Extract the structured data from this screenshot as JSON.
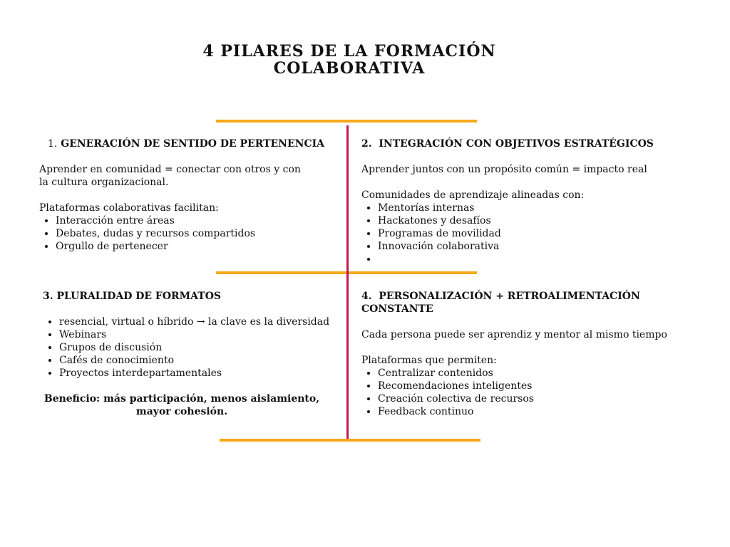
{
  "title": {
    "line1": "4 PILARES DE LA FORMACIÓN",
    "line2": "COLABORATIVA"
  },
  "colors": {
    "accent_line": "#f7a81b",
    "divider": "#c2185b"
  },
  "pillars": [
    {
      "number": "1.",
      "heading": "GENERACIÓN DE SENTIDO DE PERTENENCIA",
      "paragraph": "Aprender en comunidad = conectar con otros y con la cultura organizacional.",
      "list_intro": "Plataformas colaborativas facilitan:",
      "items": [
        "Interacción entre áreas",
        "Debates, dudas y recursos compartidos",
        "Orgullo de pertenecer"
      ]
    },
    {
      "number": "2.",
      "heading": "INTEGRACIÓN CON OBJETIVOS ESTRATÉGICOS",
      "paragraph": "Aprender juntos con un propósito común = impacto real",
      "list_intro": "Comunidades de aprendizaje alineadas con:",
      "items": [
        "Mentorías internas",
        "Hackatones y desafíos",
        "Programas de movilidad",
        "Innovación colaborativa",
        ""
      ]
    },
    {
      "number": "3.",
      "heading": "PLURALIDAD DE FORMATOS",
      "items": [
        "resencial, virtual o híbrido → la clave es la diversidad",
        "Webinars",
        "Grupos de discusión",
        "Cafés de conocimiento",
        "Proyectos interdepartamentales"
      ],
      "benefit": "Beneficio: más participación, menos aislamiento, mayor cohesión."
    },
    {
      "number": "4.",
      "heading": "PERSONALIZACIÓN + RETROALIMENTACIÓN CONSTANTE",
      "paragraph": "Cada persona puede ser aprendiz y mentor al mismo tiempo",
      "list_intro": "Plataformas que permiten:",
      "items": [
        "Centralizar contenidos",
        "Recomendaciones inteligentes",
        "Creación colectiva de recursos",
        "Feedback continuo"
      ]
    }
  ]
}
